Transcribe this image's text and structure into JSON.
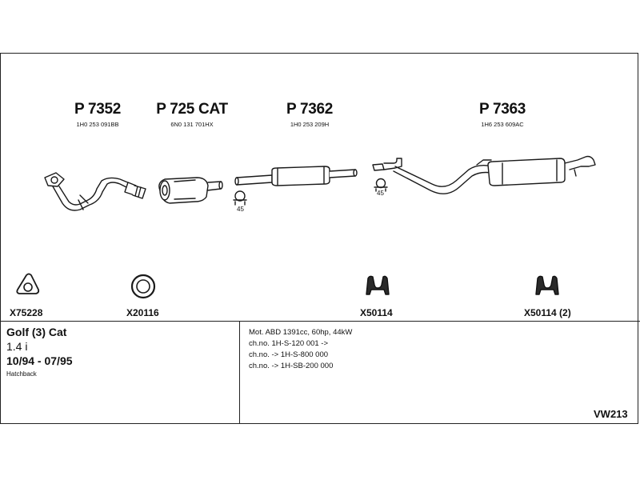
{
  "parts": [
    {
      "number": "P 7352",
      "oem": "1H0 253 091BB"
    },
    {
      "number": "P 725 CAT",
      "oem": "6N0 131 701HX"
    },
    {
      "number": "P 7362",
      "oem": "1H0 253 209H"
    },
    {
      "number": "P 7363",
      "oem": "1H6 253 609AC"
    }
  ],
  "clamp_labels": [
    "45",
    "45"
  ],
  "accessories": [
    {
      "code": "X75228"
    },
    {
      "code": "X20116"
    },
    {
      "code": "X50114"
    },
    {
      "code": "X50114 (2)"
    }
  ],
  "vehicle": {
    "model": "Golf (3) Cat",
    "engine": "1.4 i",
    "years": "10/94 - 07/95",
    "body": "Hatchback"
  },
  "specs": [
    "Mot. ABD 1391cc, 60hp, 44kW",
    "ch.no. 1H-S-120 001 ->",
    "ch.no. -> 1H-S-800 000",
    "ch.no. -> 1H-SB-200 000"
  ],
  "diagram_code": "VW213"
}
